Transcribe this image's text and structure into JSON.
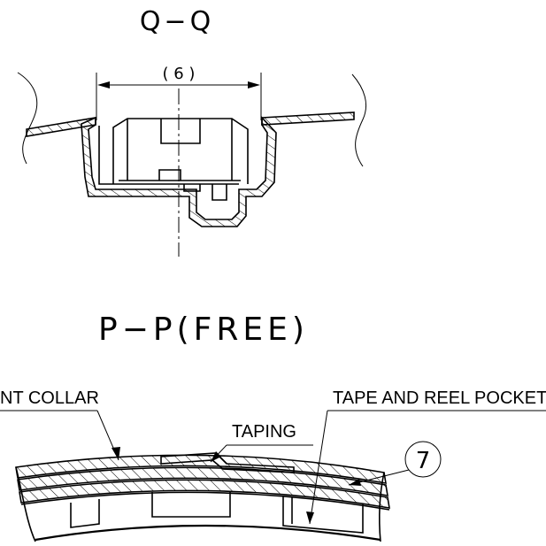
{
  "section_qq": {
    "title": "Q−Q",
    "dimension": "( 6 )"
  },
  "section_pp": {
    "title": "P−P(FREE)",
    "label_collar": "NT COLLAR",
    "label_taping": "TAPING",
    "label_pocket": "TAPE AND REEL POCKET",
    "balloon_number": "7"
  }
}
